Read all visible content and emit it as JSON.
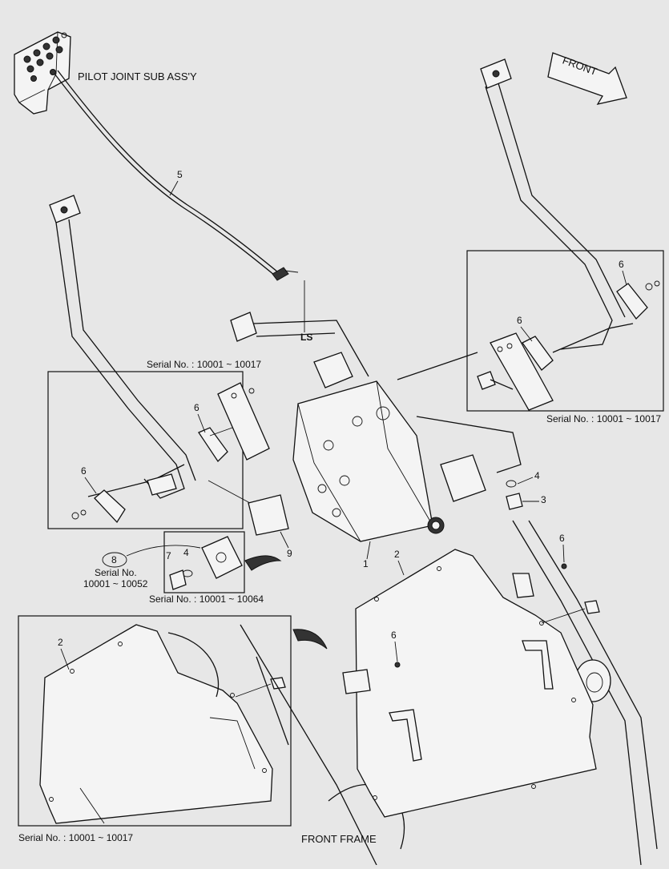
{
  "labels": {
    "pilot_joint": "PILOT JOINT SUB ASS'Y",
    "front": "FRONT",
    "ls": "LS",
    "front_frame": "FRONT FRAME",
    "serial_left_box": "Serial No. : 10001 ~ 10017",
    "serial_right_box": "Serial No. : 10001 ~ 10017",
    "serial_small_box": "Serial No. : 10001 ~ 10064",
    "serial_bottom_box": "Serial No. : 10001 ~ 10017",
    "serial_8_line1": "Serial No.",
    "serial_8_line2": "10001 ~ 10052"
  },
  "callouts": {
    "n1": "1",
    "n2_main": "2",
    "n2_inset": "2",
    "n3": "3",
    "n4_right": "4",
    "n4_small": "4",
    "n5": "5",
    "n6_right_top": "6",
    "n6_right_mid": "6",
    "n6_left_top": "6",
    "n6_left_bottom": "6",
    "n6_plate_right": "6",
    "n6_plate_mid": "6",
    "n7": "7",
    "n8": "8",
    "n9": "9"
  }
}
